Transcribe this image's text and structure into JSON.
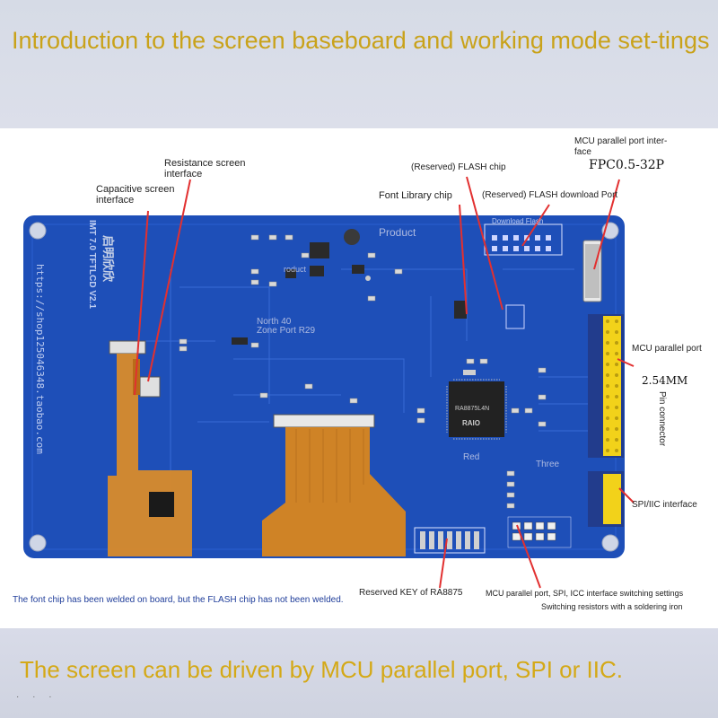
{
  "headline": "Introduction to the screen baseboard and working mode set-tings",
  "footer": "The screen can be driven by MCU parallel port, SPI or IIC.",
  "footer_dots": "· · ·",
  "annotations": {
    "capacitive": "Capacitive screen interface",
    "resistance": "Resistance screen interface",
    "flash_chip": "(Reserved) FLASH chip",
    "font_chip": "Font Library chip",
    "flash_port": "(Reserved) FLASH download Port",
    "mcu_top": "MCU parallel port inter-face",
    "fpc": "FPC0.5-32P",
    "mcu_side": "MCU parallel port",
    "pitch": "2.54MM",
    "pin_connector": "Pin connector",
    "spi_iic": "SPI/IIC interface",
    "welded_note": "The font chip has been welded on board, but the FLASH chip has not been welded.",
    "reserved_key": "Reserved KEY of RA8875",
    "switching": "MCU parallel port, SPI, ICC interface switching settings",
    "switching_sub": "Switching resistors with a soldering iron"
  },
  "board_text": {
    "model": "IMT 7.0 TFTLCD V2.1",
    "url": "https://shop125046348.taobao.com",
    "brand": "启明欣欣",
    "download_flash": "Download Flash",
    "product": "Product",
    "product2": "roduct",
    "north": "North 40",
    "zone": "Zone Port R29",
    "red": "Red",
    "three": "Three",
    "chip_marking": "RA8875L4N",
    "chip_brand": "RAIO"
  },
  "colors": {
    "headline": "#c9a21a",
    "pcb": "#1e4fb8",
    "annotation_line": "#e23030",
    "flex": "#d98b2a",
    "header_pins": "#f2d21a"
  }
}
